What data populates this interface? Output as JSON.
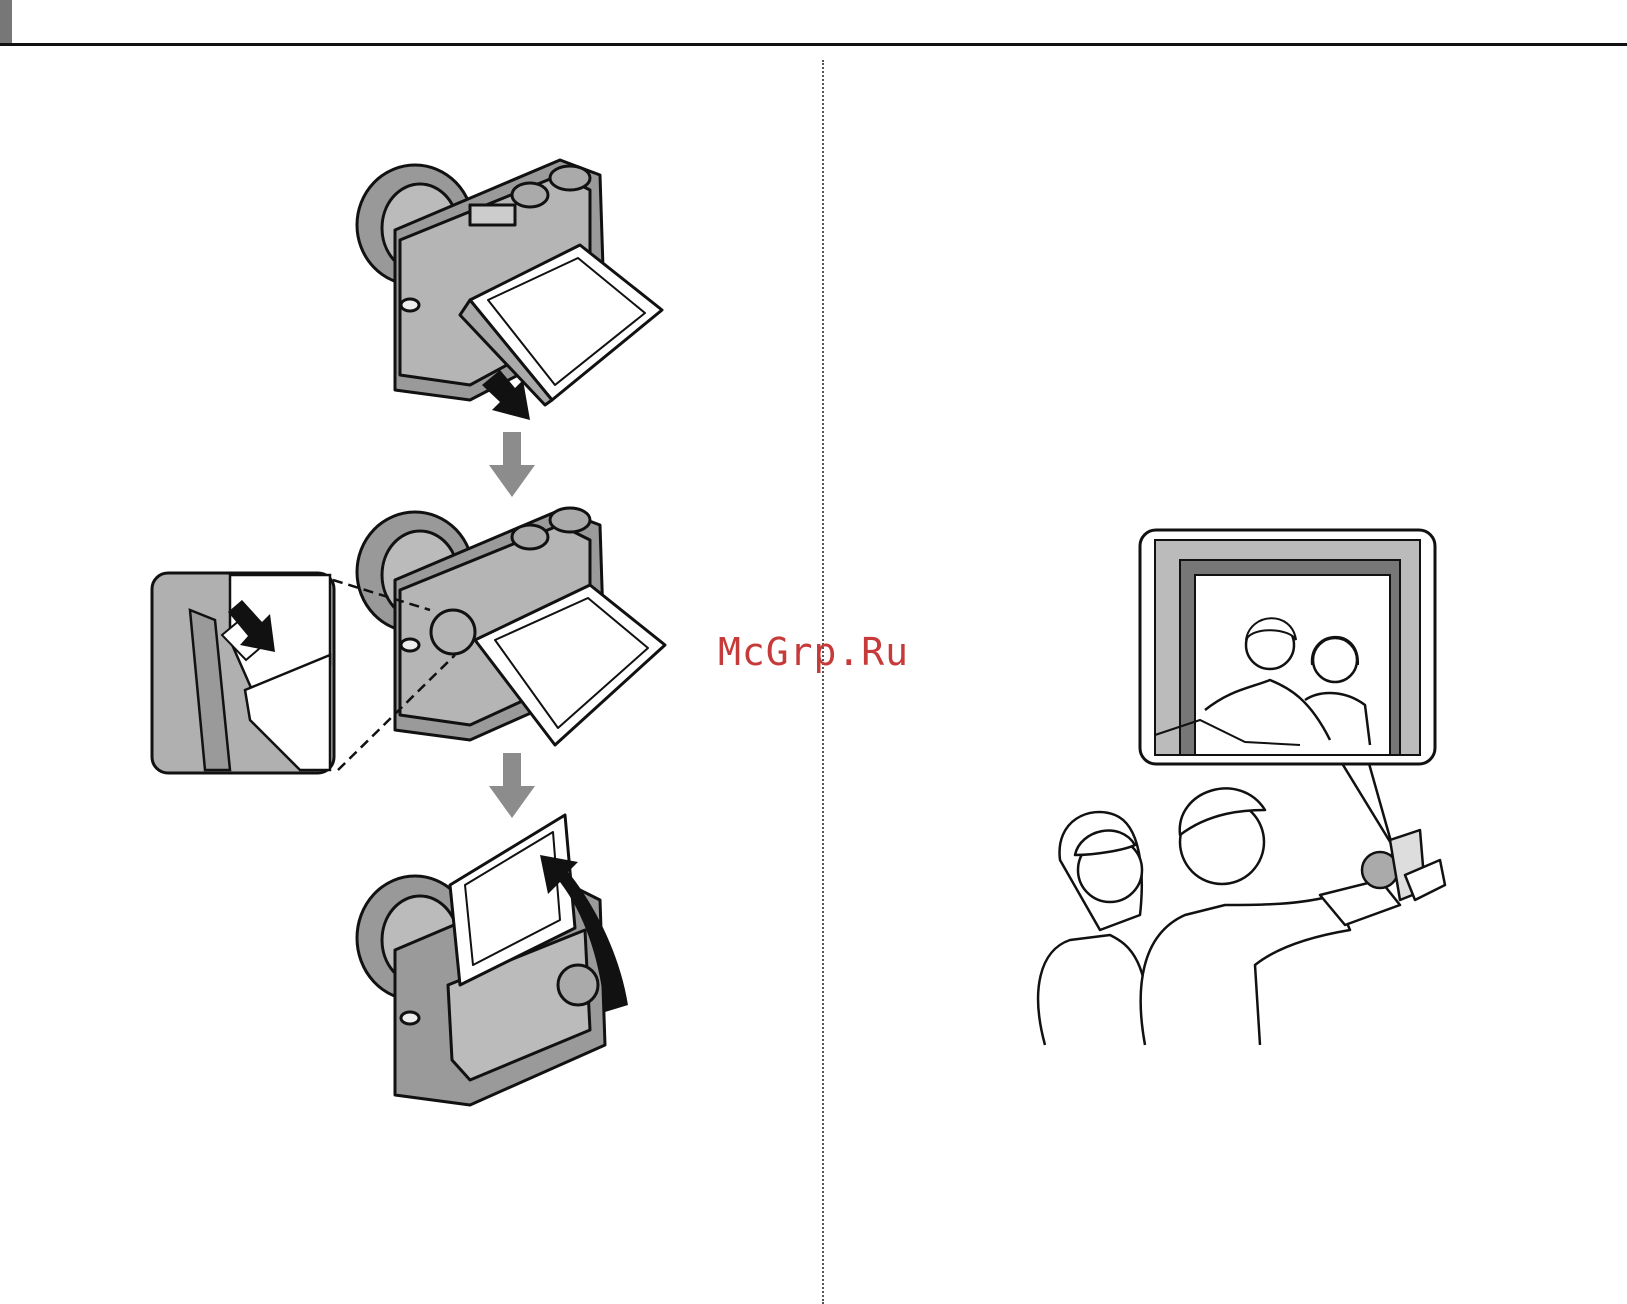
{
  "watermark": {
    "text": "McGrp.Ru",
    "color": "#c63a3a"
  },
  "illustrations": {
    "left": [
      "camera-monitor-tilt-down-step",
      "latch-release-detail-step",
      "monitor-flip-up-step"
    ],
    "right": "selfie-with-flipped-monitor"
  },
  "arrow_color": "#8c8c8c"
}
